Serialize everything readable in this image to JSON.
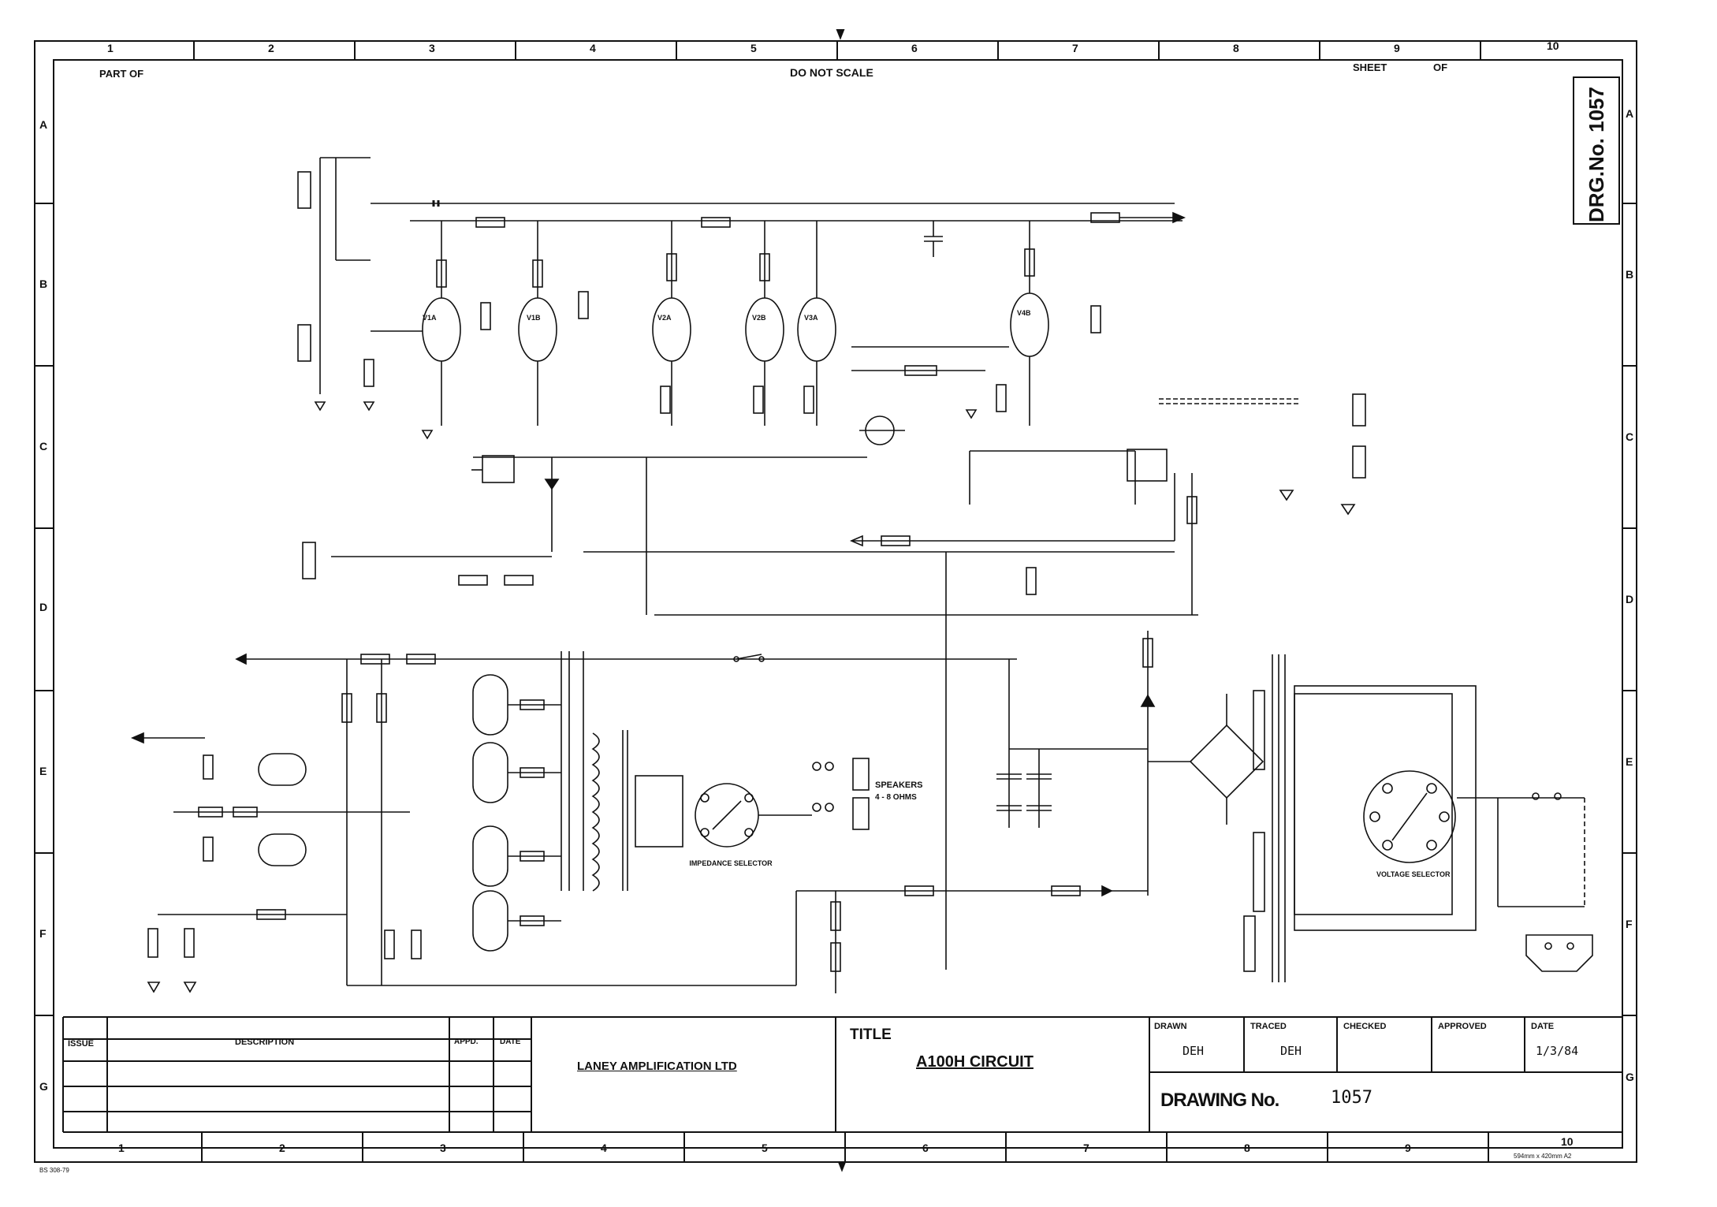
{
  "header": {
    "part_of": "PART OF",
    "do_not_scale": "DO NOT SCALE",
    "sheet": "SHEET",
    "of": "OF",
    "drg_no_vertical": "DRG.No. 1057"
  },
  "grid": {
    "columns": [
      "1",
      "2",
      "3",
      "4",
      "5",
      "6",
      "7",
      "8",
      "9",
      "10"
    ],
    "rows": [
      "A",
      "B",
      "C",
      "D",
      "E",
      "F",
      "G"
    ]
  },
  "schematic": {
    "labels": {
      "speakers": "SPEAKERS",
      "speakers_sub": "4 - 8 OHMS",
      "impedance_selector": "IMPEDANCE SELECTOR",
      "voltage_selector": "VOLTAGE SELECTOR",
      "v1_label": "V1A",
      "v1b_label": "V1B",
      "v2a_label": "V2A",
      "v2b_label": "V2B",
      "v3_label": "V3A",
      "v4_label": "V4B"
    }
  },
  "title_block": {
    "issue": "ISSUE",
    "description": "DESCRIPTION",
    "appd": "APPD.",
    "date": "DATE",
    "company": "LANEY AMPLIFICATION LTD",
    "title_heading": "TITLE",
    "title": "A100H CIRCUIT",
    "drawn": "DRAWN",
    "drawn_by": "DEH",
    "traced": "TRACED",
    "traced_by": "DEH",
    "checked": "CHECKED",
    "approved": "APPROVED",
    "date_heading": "DATE",
    "date_value": "1/3/84",
    "drawing_no_label": "DRAWING No.",
    "drawing_no": "1057"
  },
  "footer": {
    "left_note": "BS 308-79",
    "right_note": "594mm x 420mm A2"
  }
}
